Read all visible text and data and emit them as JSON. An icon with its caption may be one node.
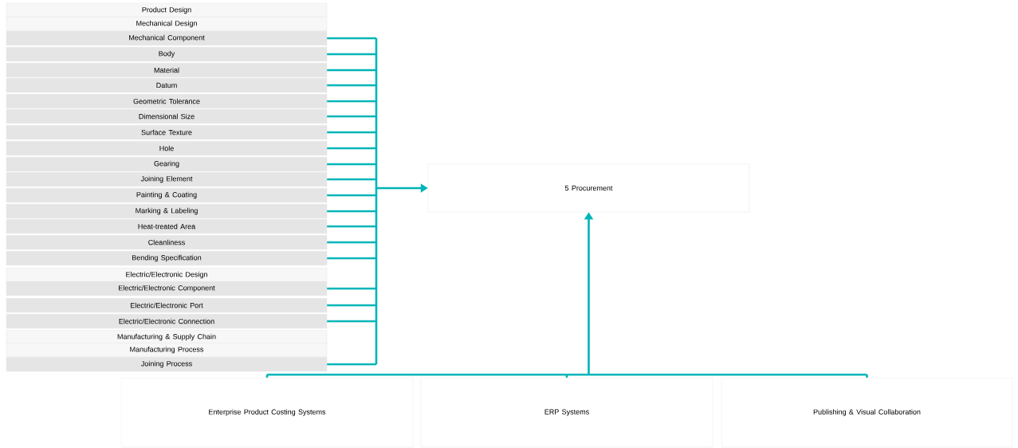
{
  "diagram": {
    "nodes": [
      {
        "text": [
          "Product Design"
        ]
      },
      {
        "text": [
          "Mechanical Design"
        ]
      },
      {
        "text": [
          "Mechanical Component"
        ]
      },
      {
        "text": [
          "Body"
        ]
      },
      {
        "text": [
          "Material"
        ]
      },
      {
        "text": [
          "Datum"
        ]
      },
      {
        "text": [
          "Geometric Tolerance"
        ]
      },
      {
        "text": [
          "Dimensional Size"
        ]
      },
      {
        "text": [
          "Surface Texture"
        ]
      },
      {
        "text": [
          "Hole"
        ]
      },
      {
        "text": [
          "Gearing"
        ]
      },
      {
        "text": [
          "Joining Element"
        ]
      },
      {
        "text": [
          "Painting & Coating"
        ]
      },
      {
        "text": [
          "Marking & Labeling"
        ]
      },
      {
        "text": [
          "Heat-treated Area"
        ]
      },
      {
        "text": [
          "Cleanliness"
        ]
      },
      {
        "text": [
          "Bending Specification"
        ]
      },
      {
        "text": [
          "Electric/Electronic Design"
        ]
      },
      {
        "text": [
          "Electric/Electronic Component"
        ]
      },
      {
        "text": [
          "Electric/Electronic Port"
        ]
      },
      {
        "text": [
          "Electric/Electronic Connection"
        ]
      },
      {
        "text": [
          "Manufacturing & Supply Chain"
        ]
      },
      {
        "text": [
          "Manufacturing Process"
        ]
      },
      {
        "text": [
          "Joining Process"
        ]
      },
      {
        "text": [
          "5 Procurement"
        ]
      },
      {
        "text": [
          "Enterprise Product Costing Systems"
        ]
      },
      {
        "text": [
          "ERP Systems"
        ]
      },
      {
        "text": [
          "Publishing & Visual Collaboration"
        ]
      }
    ],
    "edges": [
      {
        "from": 2,
        "to": 24,
        "arrow": "to"
      },
      {
        "from": 3,
        "to": 24,
        "arrow": "to"
      },
      {
        "from": 4,
        "to": 24,
        "arrow": "to"
      },
      {
        "from": 5,
        "to": 24,
        "arrow": "to"
      },
      {
        "from": 6,
        "to": 24,
        "arrow": "to"
      },
      {
        "from": 7,
        "to": 24,
        "arrow": "to"
      },
      {
        "from": 8,
        "to": 24,
        "arrow": "to"
      },
      {
        "from": 9,
        "to": 24,
        "arrow": "to"
      },
      {
        "from": 10,
        "to": 24,
        "arrow": "to"
      },
      {
        "from": 11,
        "to": 24,
        "arrow": "to"
      },
      {
        "from": 12,
        "to": 24,
        "arrow": "to"
      },
      {
        "from": 13,
        "to": 24,
        "arrow": "to"
      },
      {
        "from": 14,
        "to": 24,
        "arrow": "to"
      },
      {
        "from": 15,
        "to": 24,
        "arrow": "to"
      },
      {
        "from": 16,
        "to": 24,
        "arrow": "to"
      },
      {
        "from": 18,
        "to": 24,
        "arrow": "to"
      },
      {
        "from": 19,
        "to": 24,
        "arrow": "to"
      },
      {
        "from": 20,
        "to": 24,
        "arrow": "to"
      },
      {
        "from": 23,
        "to": 24,
        "arrow": "to"
      },
      {
        "from": 25,
        "to": 24,
        "arrow": "to"
      },
      {
        "from": 26,
        "to": 24,
        "arrow": "to"
      },
      {
        "from": 27,
        "to": 24,
        "arrow": "to"
      }
    ]
  }
}
